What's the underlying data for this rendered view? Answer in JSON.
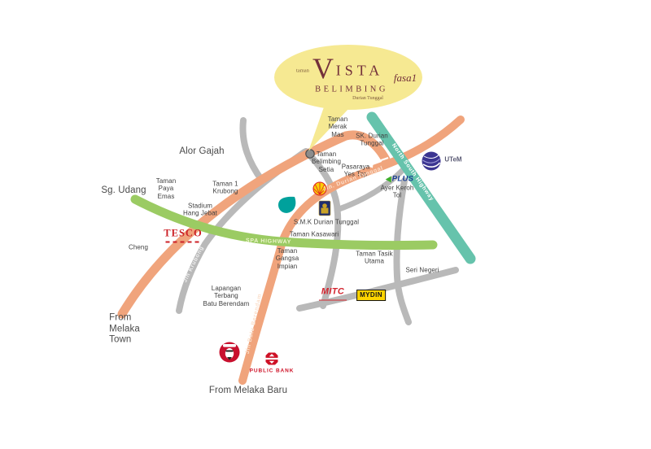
{
  "bubble": {
    "prefix": "taman",
    "title_initial": "V",
    "title_rest": "ISTA",
    "title_line2": "BELIMBING",
    "phase": "fasa1",
    "subtitle": "Durian Tunggal"
  },
  "places": {
    "alor_gajah": "Alor Gajah",
    "sg_udang": "Sg. Udang",
    "taman_paya_emas": "Taman\nPaya\nEmas",
    "taman_1_krubong": "Taman 1\nKrubong",
    "stadium_hang_jebat": "Stadium\nHang Jebat",
    "cheng": "Cheng",
    "taman_merak_mas": "Taman\nMerak\nMas",
    "sk_durian_tunggal": "SK. Durian\nTunggal",
    "taman_belimbing_setia": "Taman\nBelimbing\nSetia",
    "pasaraya_yes_top": "Pasaraya\nYes Top",
    "ayer_keroh_tol": "Ayer Keroh\nTol",
    "smk_durian_tunggal": "S.M.K Durian Tunggal",
    "taman_kasawari": "Taman Kasawari",
    "taman_gangsa_impian": "Taman\nGangsa\nImpian",
    "taman_tasik_utama": "Taman Tasik\nUtama",
    "seri_negeri": "Seri Negeri",
    "lapangan_terbang_batu_berendam": "Lapangan\nTerbang\nBatu Berendam",
    "from_melaka_town": "From\nMelaka\nTown",
    "from_melaka_baru": "From Melaka Baru"
  },
  "road_labels": {
    "spa_highway": "SPA HIGHWAY",
    "north_south_highway": "North South Highway",
    "jln_durian_tunggal": "Jln. Durian Tunggal",
    "jln_krubong": "Jln Krubong",
    "jln_batu_berendam": "Jln Batu Berendam"
  },
  "logos": {
    "tesco": "TESCO",
    "plus": "PLUS",
    "mydin": "MYDIN",
    "mitc": "MITC",
    "utem": "UTeM",
    "public_bank": "PUBLIC BANK"
  },
  "colors": {
    "road_orange": "#F0A47C",
    "road_green": "#9BCB63",
    "highway_teal": "#66C3AC",
    "road_gray": "#B9B9B9",
    "bubble_yellow": "#F6E992",
    "title_maroon": "#73303A",
    "tesco_red": "#CC2127",
    "plus_blue": "#1B3F94",
    "plus_green": "#3DAE2B",
    "mydin_yellow": "#FFD400",
    "mitc_red": "#D22630",
    "kfc_red": "#C8102E",
    "public_bank_red": "#CE1126",
    "petronas_teal": "#00A19C",
    "shell_yellow": "#FBCE07",
    "shell_red": "#DD1D21",
    "utem_indigo": "#3B3591"
  }
}
